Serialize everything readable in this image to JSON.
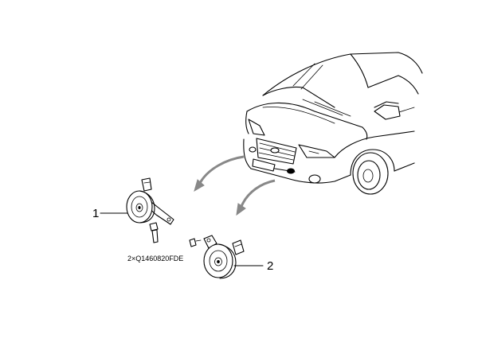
{
  "diagram": {
    "callouts": [
      {
        "id": "1",
        "label": "1"
      },
      {
        "id": "2",
        "label": "2"
      }
    ],
    "fastener_spec": "2×Q1460820FDE",
    "colors": {
      "line": "#000000",
      "arrow": "#888888",
      "background": "#ffffff"
    },
    "icons": [
      "vehicle-front",
      "horn-1",
      "horn-2",
      "bolt"
    ]
  }
}
